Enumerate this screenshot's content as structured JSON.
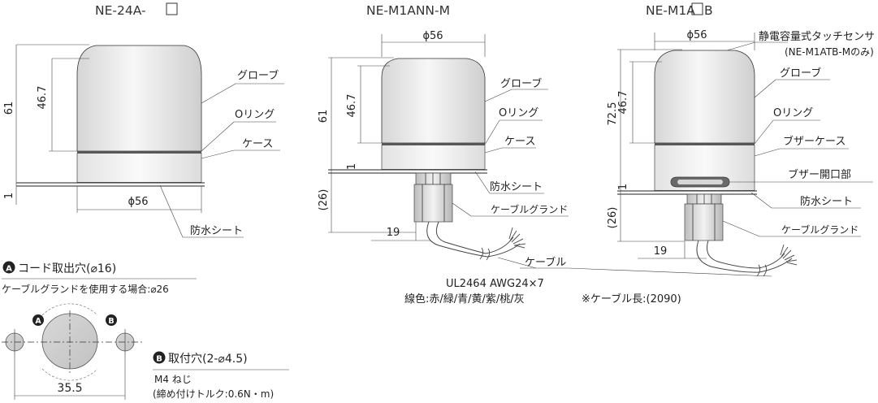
{
  "models": {
    "left": "NE-24A-",
    "middle": "NE-M1ANN-M",
    "right_prefix": "NE-M1A",
    "right_suffix": "B"
  },
  "dims": {
    "d56": "ϕ56",
    "h61": "61",
    "h46_7": "46.7",
    "h1": "1",
    "h72_5": "72.5",
    "h26": "(26)",
    "w19": "19",
    "w35_5": "35.5"
  },
  "parts": {
    "globe": "グローブ",
    "oring": "Oリング",
    "case": "ケース",
    "buzzer_case": "ブザーケース",
    "buzzer_opening": "ブザー開口部",
    "waterproof_sheet": "防水シート",
    "cable_gland": "ケーブルグランド",
    "cable": "ケーブル",
    "touch_sensor": "静電容量式タッチセンサ",
    "touch_sensor_note": "(NE-M1ATB-Mのみ)"
  },
  "cable_spec": {
    "line1": "UL2464 AWG24×7",
    "line2": "線色:赤/緑/青/黄/紫/桃/灰",
    "length_note": "※ケーブル長:(2090)"
  },
  "holes": {
    "a_badge": "A",
    "a_title": "コード取出穴(⌀16)",
    "a_note": "ケーブルグランドを使用する場合:⌀26",
    "b_badge": "B",
    "b_title": "取付穴(2-⌀4.5)",
    "b_note1": "M4 ねじ",
    "b_note2": "(締め付けトルク:0.6N・m)"
  }
}
